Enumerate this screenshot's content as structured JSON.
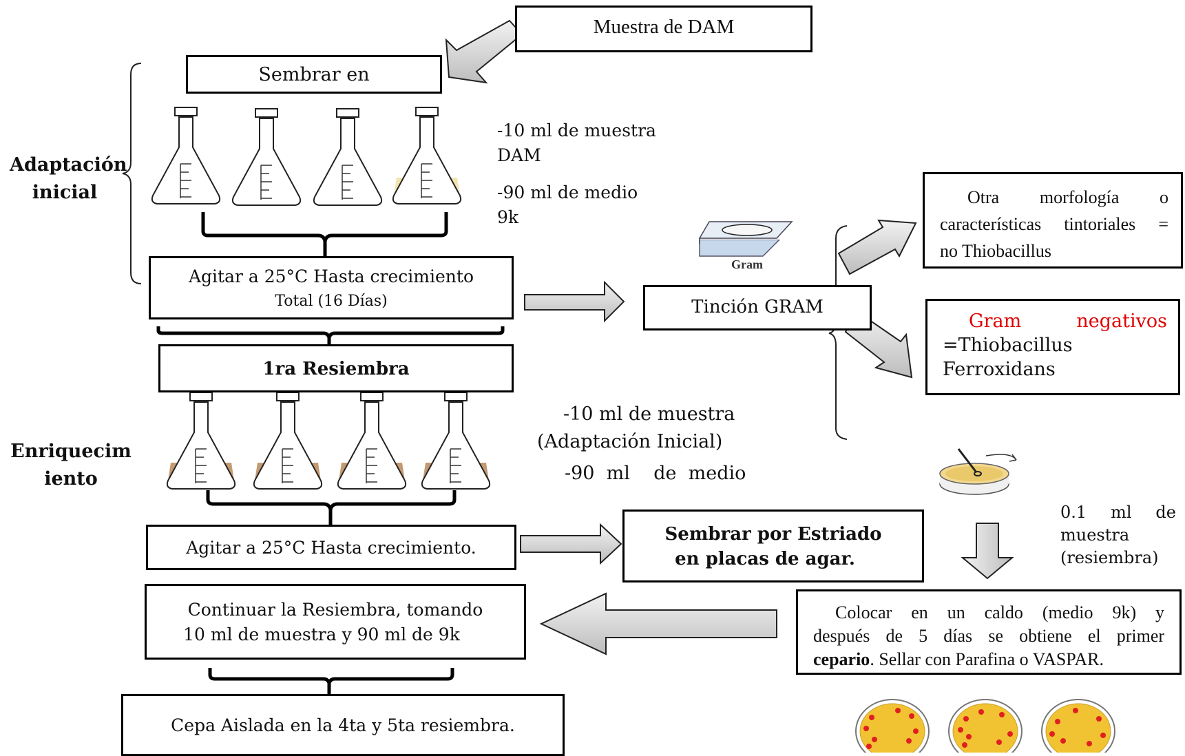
{
  "labels": {
    "adaptacion": [
      "Adaptación",
      "inicial"
    ],
    "enriquecimiento": [
      "Enriquecim",
      "iento"
    ]
  },
  "boxes": {
    "muestra_dam": "Muestra de DAM",
    "sembrar_en": "Sembrar en",
    "agitar_1_line1": "Agitar a 25°C Hasta crecimiento",
    "agitar_1_line2": "Total (16 Días)",
    "resiembra": "1ra Resiembra",
    "tincion": "Tinción GRAM",
    "otra_line1": [
      "Otra",
      "morfología",
      "o"
    ],
    "otra_line2": [
      "características",
      "tintoriales",
      "="
    ],
    "otra_line3": "no Thiobacillus",
    "gram_line1": [
      "Gram",
      "negativos"
    ],
    "gram_line2": "=Thiobacillus",
    "gram_line3": "Ferroxidans",
    "agitar_2": "Agitar a 25°C Hasta crecimiento.",
    "sembrar_estriado_1": "Sembrar por Estriado",
    "sembrar_estriado_2": "en placas de agar.",
    "continuar_1": "Continuar la Resiembra, tomando",
    "continuar_2": "10 ml de muestra y 90 ml de 9k",
    "colocar_line1": [
      "Colocar",
      "en",
      "un",
      "caldo",
      "(medio",
      "9k)",
      "y"
    ],
    "colocar_line2": [
      "después",
      "de",
      "5",
      "días",
      "se",
      "obtiene",
      "el",
      "primer"
    ],
    "colocar_line3_bold": "cepario",
    "colocar_line3_rest": ". Sellar con Parafina o VASPAR.",
    "cepa": "Cepa Aislada en la 4ta y 5ta resiembra."
  },
  "notes": {
    "n1_line1": "-10 ml de muestra",
    "n1_line2": "DAM",
    "n1_line3": "-90 ml de medio",
    "n1_line4": "9k",
    "n2_line1": "-10 ml de muestra",
    "n2_line2": "(Adaptación Inicial)",
    "n2_line3": "-90  ml    de  medio",
    "n3_line1": [
      "0.1",
      "ml",
      "de"
    ],
    "n3_line2": "muestra",
    "n3_line3": "(resiembra)",
    "gram_slide_label": "Gram"
  },
  "colors": {
    "flask_liquid_light": "#f1e4b0",
    "flask_liquid_brown": "#c49a72",
    "arrow_fill": "#d9d9d9",
    "red_text": "#e00000",
    "plate_yellow": "#f1c232",
    "colony_red": "#e02020"
  }
}
